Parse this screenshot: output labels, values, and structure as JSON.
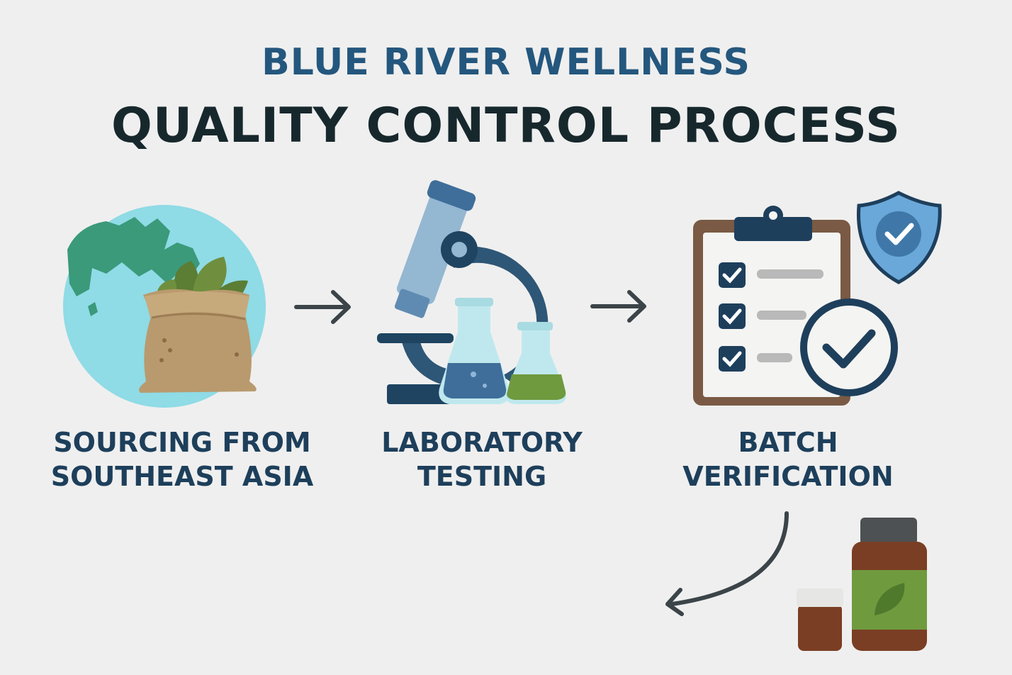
{
  "header": {
    "brand": "BLUE RIVER WELLNESS",
    "title": "QUALITY CONTROL PROCESS"
  },
  "steps": [
    {
      "line1": "SOURCING FROM",
      "line2": "SOUTHEAST ASIA",
      "icon": "globe-herb-sack-icon"
    },
    {
      "line1": "LABORATORY",
      "line2": "TESTING",
      "icon": "microscope-flasks-icon"
    },
    {
      "line1": "BATCH",
      "line2": "VERIFICATION",
      "icon": "clipboard-checklist-icon"
    }
  ],
  "colors": {
    "brand_blue": "#24577e",
    "title_dark": "#17282d",
    "label_navy": "#1d3f5b",
    "arrow_gray": "#3b4448",
    "globe_cyan": "#8fdbe6",
    "land_green": "#3a9a7a",
    "sack_tan": "#b99a6e",
    "flask_blue": "#3f6e9a",
    "flask_green": "#6f9a3e",
    "bottle_brown": "#7a3e24",
    "label_green": "#6f9a3e"
  }
}
